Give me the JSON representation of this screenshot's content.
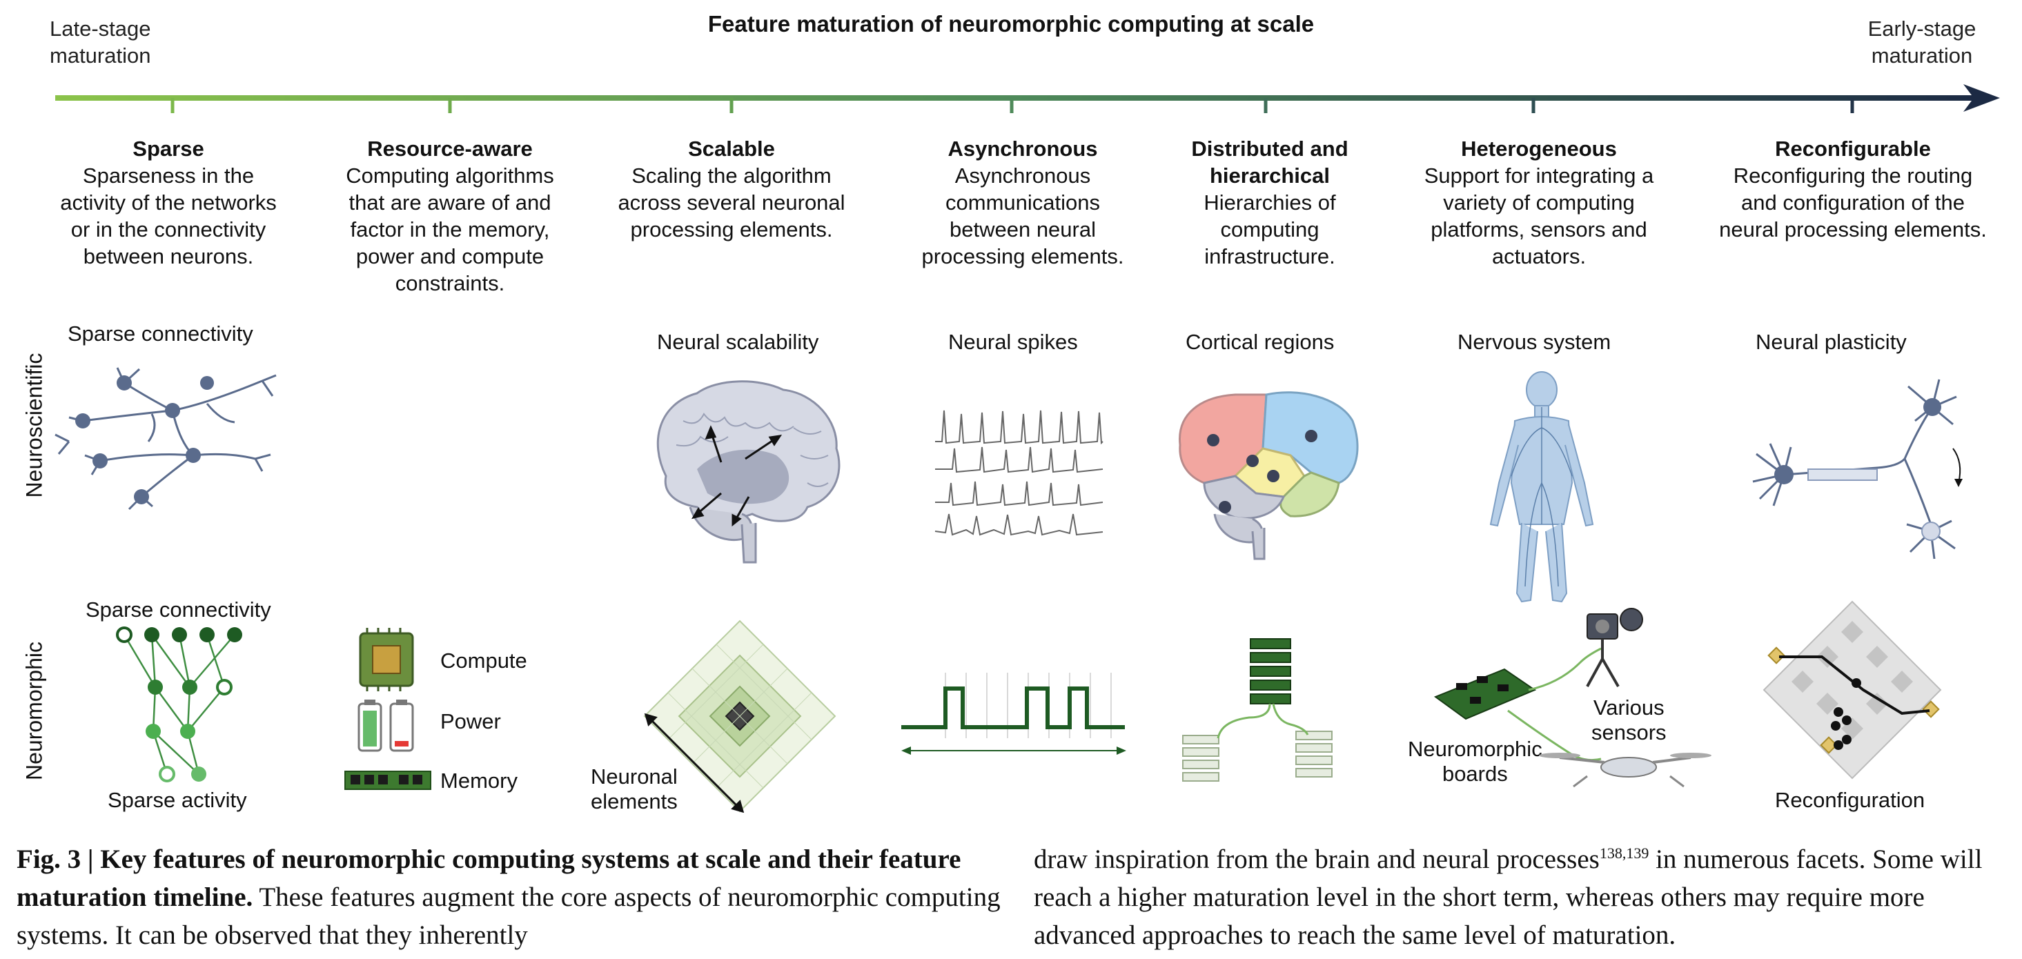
{
  "header": {
    "title": "Feature maturation of neuromorphic computing at scale",
    "left_label": "Late-stage\nmaturation",
    "right_label": "Early-stage\nmaturation"
  },
  "features": [
    {
      "title": "Sparse",
      "desc": "Sparseness in the activity of the networks or in the connectivity between neurons."
    },
    {
      "title": "Resource-aware",
      "desc": "Computing algorithms that are aware of and factor in the memory, power and compute constraints."
    },
    {
      "title": "Scalable",
      "desc": "Scaling the algorithm across several neuronal processing elements."
    },
    {
      "title": "Asynchronous",
      "desc": "Asynchronous communications between neural processing elements."
    },
    {
      "title": "Distributed and hierarchical",
      "desc": "Hierarchies of computing infrastructure."
    },
    {
      "title": "Heterogeneous",
      "desc": "Support for integrating a variety of computing platforms, sensors and actuators."
    },
    {
      "title": "Reconfigurable",
      "desc": "Reconfiguring the routing and configuration of the neural processing elements."
    }
  ],
  "rows": {
    "neuroscientific": "Neuroscientific",
    "neuromorphic": "Neuromorphic"
  },
  "neuro_labels": {
    "sparse": "Sparse connectivity",
    "scalable": "Neural scalability",
    "async": "Neural spikes",
    "distributed": "Cortical regions",
    "heterogeneous": "Nervous system",
    "reconfigurable": "Neural plasticity"
  },
  "morphic_labels": {
    "sparse_top": "Sparse connectivity",
    "sparse_bottom": "Sparse activity",
    "compute": "Compute",
    "power": "Power",
    "memory": "Memory",
    "neuronal_elements": "Neuronal\nelements",
    "boards": "Neuromorphic\nboards",
    "sensors": "Various\nsensors",
    "reconfiguration": "Reconfiguration"
  },
  "caption": {
    "fig_label": "Fig. 3 | Key features of neuromorphic computing systems at scale and their feature maturation timeline.",
    "text_left": "These features augment the core aspects of neuromorphic computing systems. It can be observed that they inherently",
    "text_right_pre": "draw inspiration from the brain and neural processes",
    "refs": "138,139",
    "text_right_post": " in numerous facets. Some will reach a higher maturation level in the short term, whereas others may require more advanced approaches to reach the same level of maturation."
  },
  "colors": {
    "arrow_start": "#8bc34a",
    "arrow_end": "#1c2a44",
    "green_dark": "#1e5b23",
    "green_mid": "#3e8e41",
    "brain_gray": "#c9ccd8",
    "region_red": "#f2a6a0",
    "region_blue": "#a9d3f2",
    "region_yellow": "#f7efa4",
    "region_green": "#cfe3a8"
  }
}
